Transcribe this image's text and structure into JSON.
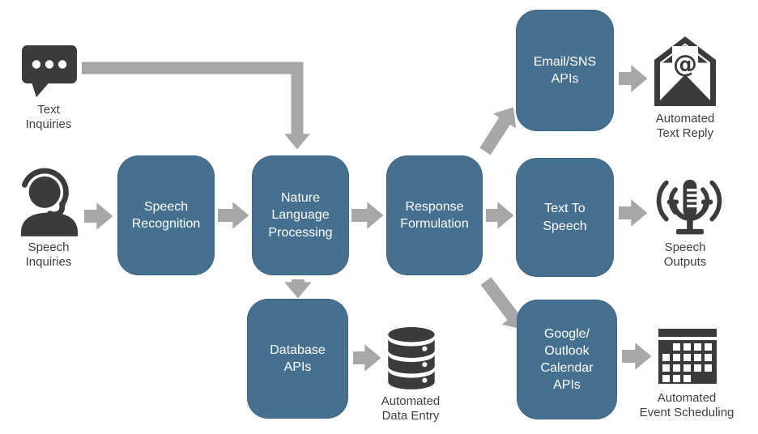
{
  "diagram": {
    "nodes": {
      "speech_recognition": {
        "label": "Speech\nRecognition"
      },
      "nature_language_processing": {
        "label": "Nature\nLanguage\nProcessing"
      },
      "response_formulation": {
        "label": "Response\nFormulation"
      },
      "email_sns_apis": {
        "label": "Email/SNS\nAPIs"
      },
      "text_to_speech": {
        "label": "Text To\nSpeech"
      },
      "google_outlook_calendar_apis": {
        "label": "Google/\nOutlook\nCalendar\nAPIs"
      },
      "database_apis": {
        "label": "Database\nAPIs"
      }
    },
    "endpoints": {
      "text_inquiries": {
        "label": "Text\nInquiries",
        "icon": "chat-bubble-icon"
      },
      "speech_inquiries": {
        "label": "Speech\nInquiries",
        "icon": "headset-agent-icon"
      },
      "automated_text_reply": {
        "label": "Automated\nText Reply",
        "icon": "open-email-icon"
      },
      "speech_outputs": {
        "label": "Speech\nOutputs",
        "icon": "microphone-icon"
      },
      "automated_event_scheduling": {
        "label": "Automated\nEvent Scheduling",
        "icon": "calendar-icon"
      },
      "automated_data_entry": {
        "label": "Automated\nData Entry",
        "icon": "database-icon"
      }
    },
    "connections": [
      {
        "from": "text_inquiries",
        "to": "nature_language_processing"
      },
      {
        "from": "speech_inquiries",
        "to": "speech_recognition"
      },
      {
        "from": "speech_recognition",
        "to": "nature_language_processing"
      },
      {
        "from": "nature_language_processing",
        "to": "response_formulation"
      },
      {
        "from": "nature_language_processing",
        "to": "database_apis"
      },
      {
        "from": "response_formulation",
        "to": "email_sns_apis"
      },
      {
        "from": "response_formulation",
        "to": "text_to_speech"
      },
      {
        "from": "response_formulation",
        "to": "google_outlook_calendar_apis"
      },
      {
        "from": "email_sns_apis",
        "to": "automated_text_reply"
      },
      {
        "from": "text_to_speech",
        "to": "speech_outputs"
      },
      {
        "from": "google_outlook_calendar_apis",
        "to": "automated_event_scheduling"
      },
      {
        "from": "database_apis",
        "to": "automated_data_entry"
      }
    ],
    "colors": {
      "node_fill": "#45708F",
      "node_text": "#FFFFFF",
      "arrow": "#A7A7A7",
      "icon": "#3B3B3B",
      "caption_text": "#404040",
      "background": "#FFFFFF"
    }
  }
}
